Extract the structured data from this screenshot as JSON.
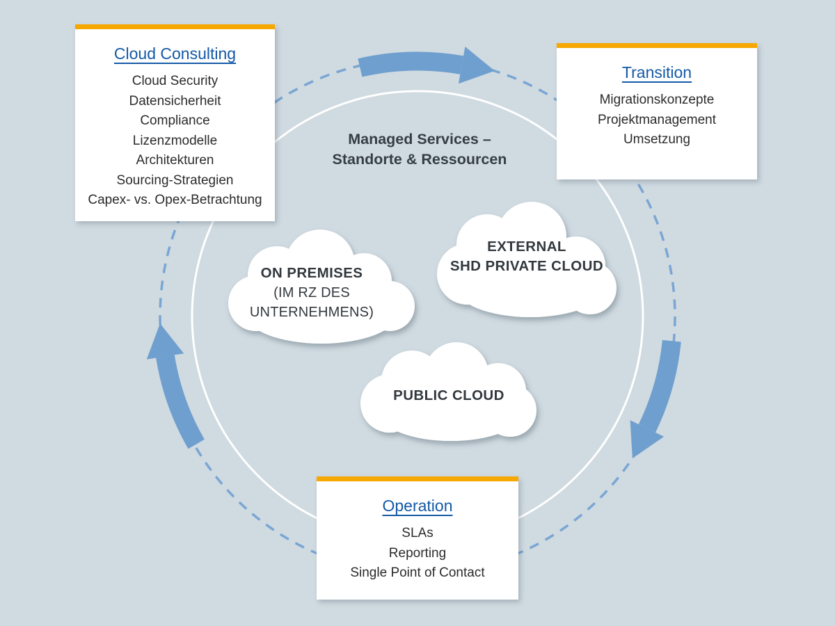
{
  "diagram": {
    "center_title": {
      "line1": "Managed Services –",
      "line2": "Standorte & Ressourcen"
    }
  },
  "boxes": {
    "consulting": {
      "title": "Cloud Consulting",
      "items": [
        "Cloud Security",
        "Datensicherheit",
        "Compliance",
        "Lizenzmodelle",
        "Architekturen",
        "Sourcing-Strategien",
        "Capex- vs. Opex-Betrachtung"
      ]
    },
    "transition": {
      "title": "Transition",
      "items": [
        "Migrationskonzepte",
        "Projektmanagement",
        "Umsetzung"
      ]
    },
    "operation": {
      "title": "Operation",
      "items": [
        "SLAs",
        "Reporting",
        "Single Point of Contact"
      ]
    }
  },
  "clouds": {
    "on_premises": {
      "line1": "ON PREMISES",
      "line2": "(IM RZ DES",
      "line3": "UNTERNEHMENS)"
    },
    "external": {
      "line1": "EXTERNAL",
      "line2": "SHD PRIVATE CLOUD"
    },
    "public": {
      "line1": "PUBLIC CLOUD"
    }
  },
  "colors": {
    "background": "#d0dae1",
    "accent_bar": "#f6a800",
    "title_link": "#1459a6",
    "arrow": "#6f9fce",
    "dashed_ring": "#7aa6d3",
    "solid_ring": "#ffffff",
    "body_text": "#2b2b2b",
    "heading_text": "#363e45"
  }
}
